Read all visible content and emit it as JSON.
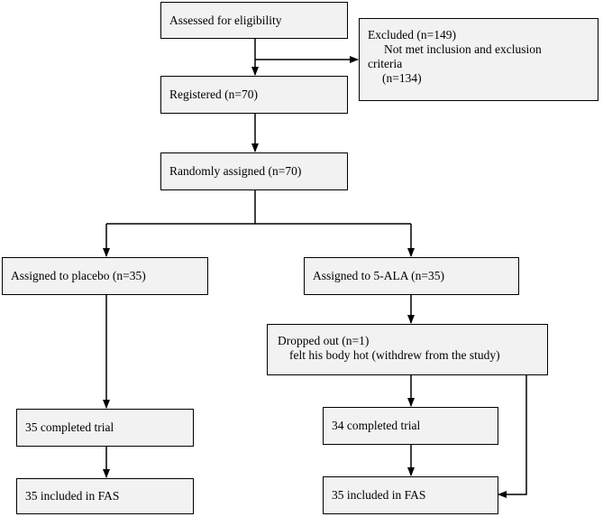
{
  "boxes": {
    "assessed": "Assessed for eligibility",
    "excluded": {
      "line1": "Excluded (n=149)",
      "line2": "Not met inclusion and exclusion",
      "line3": "criteria",
      "line4": "(n=134)"
    },
    "registered": "Registered (n=70)",
    "randomized": "Randomly assigned (n=70)",
    "placebo": "Assigned to placebo (n=35)",
    "ala": "Assigned to 5-ALA (n=35)",
    "dropped": {
      "line1": "Dropped out (n=1)",
      "line2": "felt his body hot (withdrew from the study)"
    },
    "placebo_completed": "35 completed trial",
    "ala_completed": "34 completed trial",
    "placebo_fas": "35 included in FAS",
    "ala_fas": "35 included in FAS"
  }
}
